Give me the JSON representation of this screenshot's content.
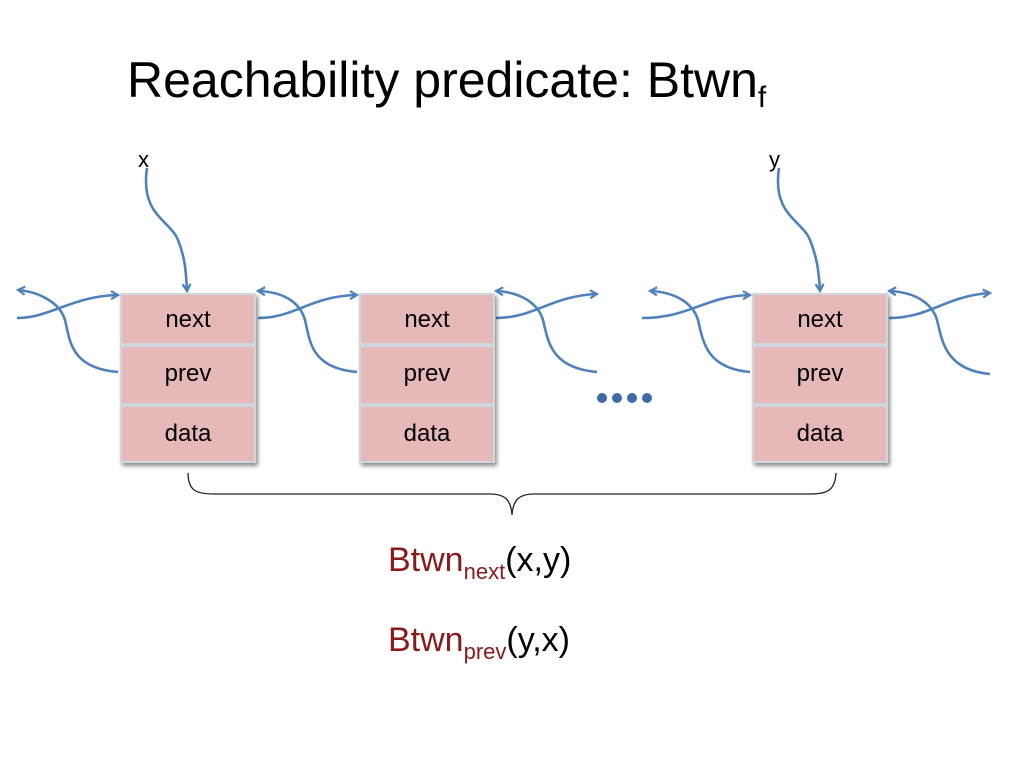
{
  "title": {
    "text": "Reachability predicate: Btwn",
    "subscript": "f"
  },
  "pointers": {
    "x": "x",
    "y": "y"
  },
  "nodes": [
    {
      "fields": [
        "next",
        "prev",
        "data"
      ]
    },
    {
      "fields": [
        "next",
        "prev",
        "data"
      ]
    },
    {
      "fields": [
        "next",
        "prev",
        "data"
      ]
    }
  ],
  "ellipsis": "....",
  "formulas": [
    {
      "pred": "Btwn",
      "sub": "next",
      "args": "(x,y)"
    },
    {
      "pred": "Btwn",
      "sub": "prev",
      "args": "(y,x)"
    }
  ],
  "colors": {
    "arrow": "#4f81bd",
    "cell_fill": "#e6b9b8",
    "predicate": "#8b1a1a"
  }
}
